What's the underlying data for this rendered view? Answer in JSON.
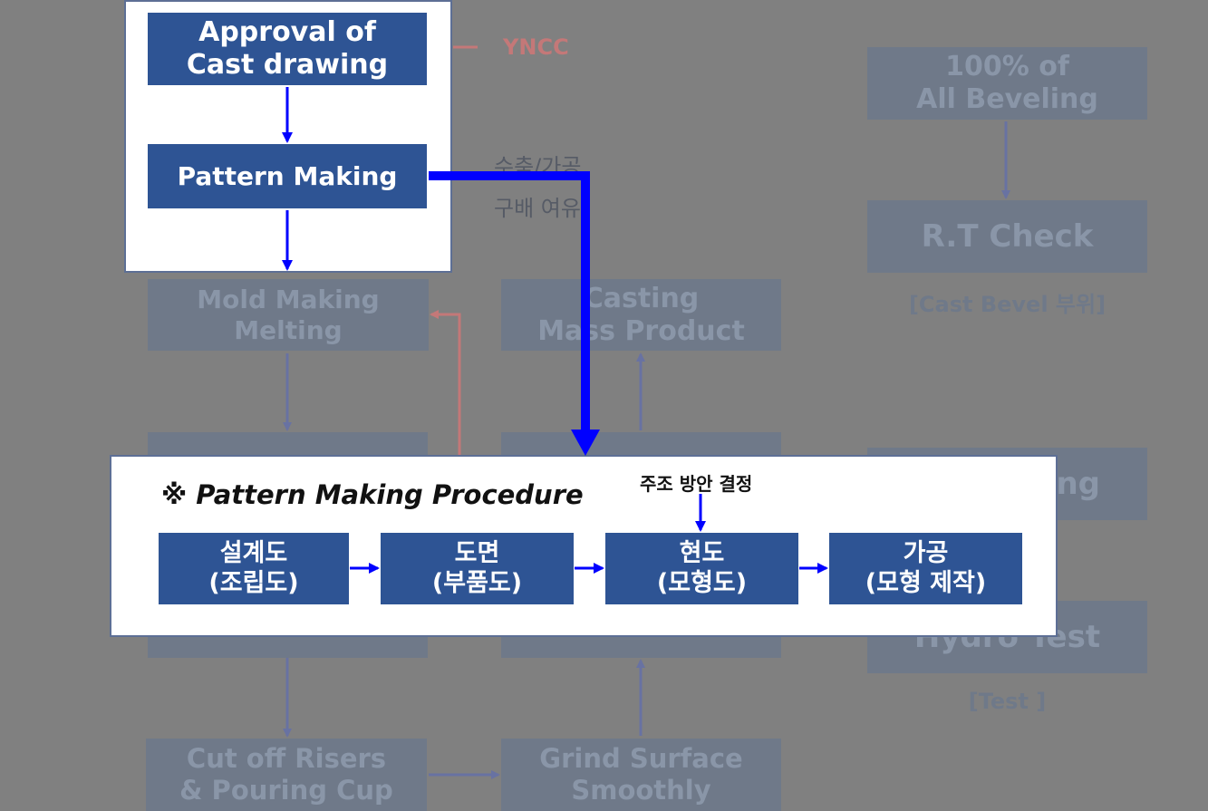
{
  "background_flow": {
    "mold_making": "Mold Making\nMelting",
    "casting": "Casting\nMass Product",
    "beveling": "100% of\nAll Beveling",
    "rt_check": "R.T Check",
    "rt_caption": "[Cast Bevel 부위]",
    "partial_right": "ng",
    "hydro_test": "Hydro Test",
    "hydro_caption": "[Test ]",
    "cut_off": "Cut off Risers\n& Pouring Cup",
    "grind": "Grind Surface\nSmoothly",
    "yncc": "YNCC"
  },
  "top_panel": {
    "approval": "Approval of\nCast drawing",
    "pattern_making": "Pattern Making"
  },
  "side_note": {
    "line1": "수축/가공",
    "line2": "구배 여유"
  },
  "procedure": {
    "title": "※ Pattern Making Procedure",
    "annotation": "주조 방안 결정",
    "steps": [
      "설계도\n(조립도)",
      "도면\n(부품도)",
      "현도\n(모형도)",
      "가공\n(모형 제작)"
    ]
  },
  "colors": {
    "active_box": "#2e5494",
    "dim_box": "#6f7989",
    "arrow_blue": "#0000ff",
    "arrow_red": "#c47878"
  }
}
